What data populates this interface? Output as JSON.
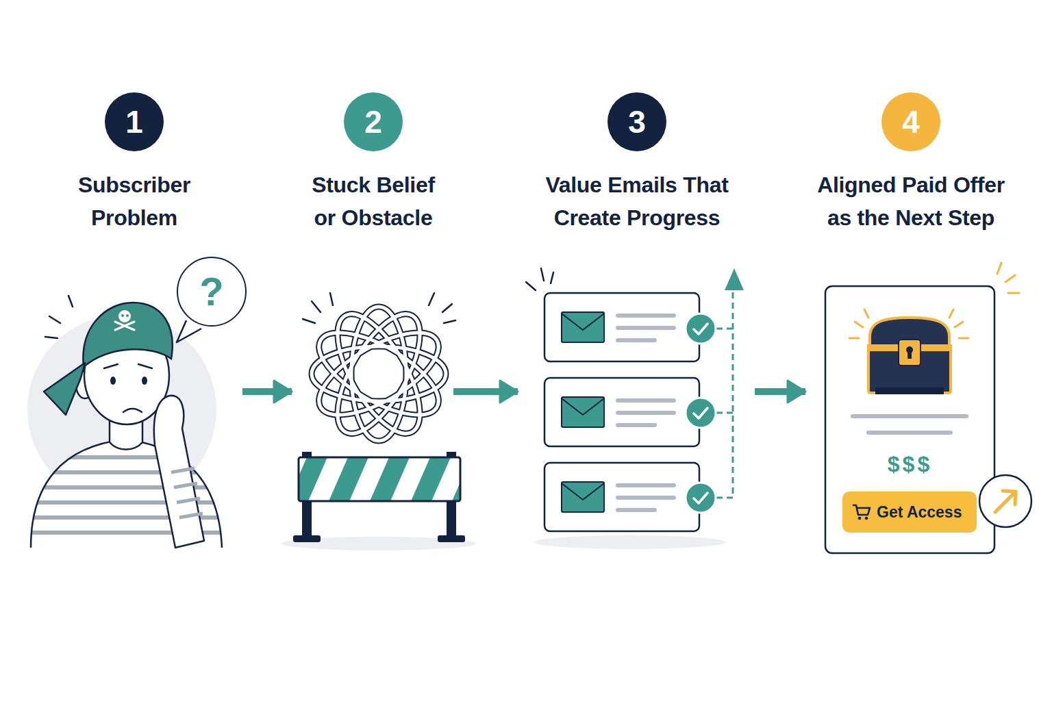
{
  "diagram": {
    "nodes": [
      {
        "text": [
          "1",
          "Subscriber Problem"
        ]
      },
      {
        "text": [
          "?"
        ],
        "in": 0
      },
      {
        "text": [
          "2",
          "Stuck Belief or Obstacle"
        ]
      },
      {
        "text": [
          "3",
          "Value Emails That Create Progress"
        ]
      },
      {
        "text": [
          "4",
          "Aligned Paid Offer as the Next Step"
        ]
      },
      {
        "text": [
          "$$$"
        ],
        "in": 4
      },
      {
        "text": [
          "Get Access"
        ],
        "in": 5
      }
    ],
    "edges": [
      {
        "from": 0,
        "to": 2,
        "arrow": "to"
      },
      {
        "from": 2,
        "to": 3,
        "arrow": "to"
      },
      {
        "from": 3,
        "to": 4,
        "arrow": "to"
      }
    ]
  }
}
